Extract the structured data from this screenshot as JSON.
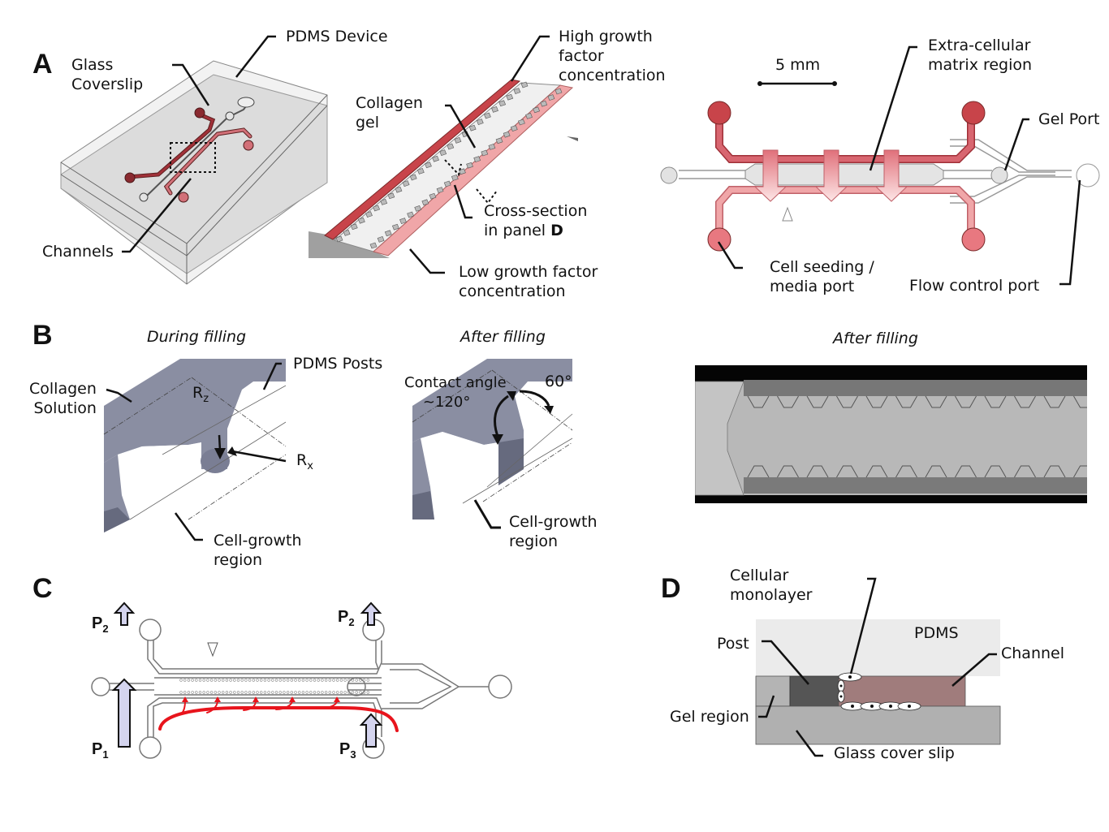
{
  "figure": {
    "panels": {
      "A": {
        "letter": "A",
        "labels": {
          "pdms_device": "PDMS Device",
          "glass_coverslip": "Glass\nCoverslip",
          "channels": "Channels",
          "collagen_gel": "Collagen\ngel",
          "high_gf": "High growth\nfactor\nconcentration",
          "cross_section": "Cross-section\nin panel ",
          "cross_section_ref": "D",
          "low_gf": "Low growth factor\nconcentration",
          "scale_bar": "5 mm",
          "ecm_region": "Extra-cellular\nmatrix region",
          "gel_port": "Gel Port",
          "cell_seeding": "Cell seeding /\nmedia port",
          "flow_control": "Flow control port"
        },
        "colors": {
          "high_concentration": "#c8444a",
          "low_concentration": "#f0a6a8",
          "channel_mid": "#e07880",
          "gel_port_fill": "#e2e2e2"
        }
      },
      "B": {
        "letter": "B",
        "during_title": "During filling",
        "after_title": "After filling",
        "micrograph_title": "After filling",
        "labels": {
          "collagen_solution": "Collagen\nSolution",
          "pdms_posts": "PDMS Posts",
          "rz": "R",
          "rz_sub": "z",
          "rx": "R",
          "rx_sub": "x",
          "cell_growth_1": "Cell-growth\nregion",
          "contact_angle": "Contact angle\n    ~120°",
          "sixty": "60°",
          "cell_growth_2": "Cell-growth\nregion"
        },
        "colors": {
          "collagen": "#8a8ea2",
          "collagen_dark": "#666a7e"
        }
      },
      "C": {
        "letter": "C",
        "pressures": [
          {
            "name": "P",
            "sub": "2",
            "position": "top-left"
          },
          {
            "name": "P",
            "sub": "2",
            "position": "top-right"
          },
          {
            "name": "P",
            "sub": "1",
            "position": "bottom-left"
          },
          {
            "name": "P",
            "sub": "3",
            "position": "bottom-right"
          }
        ],
        "colors": {
          "arrow_fill": "#d4d4ee",
          "flow": "#e8141c"
        }
      },
      "D": {
        "letter": "D",
        "labels": {
          "cellular_monolayer": "Cellular\nmonolayer",
          "pdms": "PDMS",
          "post": "Post",
          "channel": "Channel",
          "gel_region": "Gel region",
          "glass_cover_slip": "Glass cover slip"
        },
        "colors": {
          "pdms": "#ebebeb",
          "gel": "#b4b4b4",
          "post": "#555555",
          "channel": "#a07c7c",
          "glass": "#b0b0b0"
        }
      }
    }
  }
}
